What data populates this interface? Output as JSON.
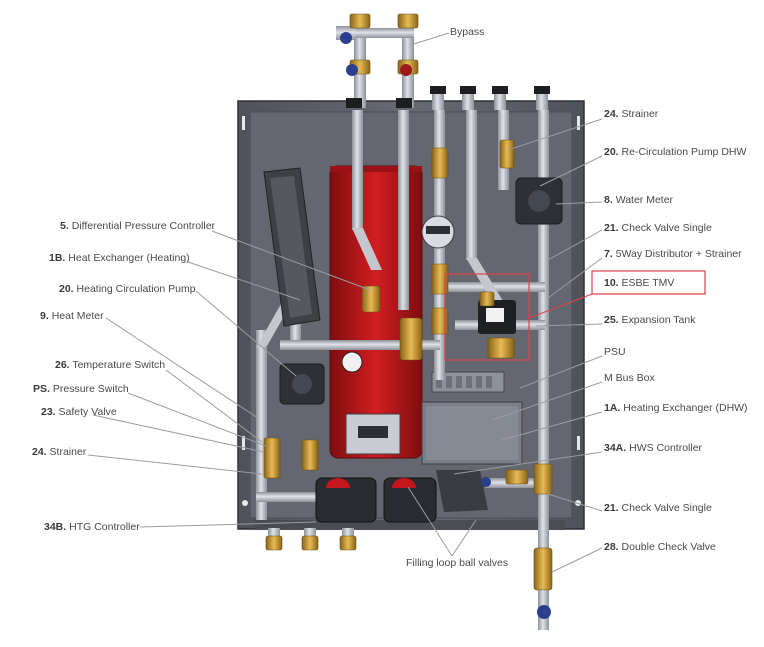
{
  "labels_left": [
    {
      "id": "l5",
      "num": "5.",
      "text": "Differential Pressure Controller"
    },
    {
      "id": "l1b",
      "num": "1B.",
      "text": "Heat Exchanger (Heating)"
    },
    {
      "id": "l20h",
      "num": "20.",
      "text": "Heating Circulation Pump"
    },
    {
      "id": "l9",
      "num": "9.",
      "text": "Heat Meter"
    },
    {
      "id": "l26",
      "num": "26.",
      "text": "Temperature Switch"
    },
    {
      "id": "lps",
      "num": "PS.",
      "text": "Pressure Switch"
    },
    {
      "id": "l23",
      "num": "23.",
      "text": "Safety Valve"
    },
    {
      "id": "l24b",
      "num": "24.",
      "text": "Strainer"
    },
    {
      "id": "l34b",
      "num": "34B.",
      "text": "HTG Controller"
    }
  ],
  "labels_right": [
    {
      "id": "r24",
      "num": "24.",
      "text": "Strainer"
    },
    {
      "id": "r20",
      "num": "20.",
      "text": "Re-Circulation Pump DHW"
    },
    {
      "id": "r8",
      "num": "8.",
      "text": "Water Meter"
    },
    {
      "id": "r21",
      "num": "21.",
      "text": "Check Valve Single"
    },
    {
      "id": "r7",
      "num": "7.",
      "text": "5Way Distributor + Strainer"
    },
    {
      "id": "r10",
      "num": "10.",
      "text": "ESBE TMV"
    },
    {
      "id": "r25",
      "num": "25.",
      "text": "Expansion Tank"
    },
    {
      "id": "rpsu",
      "num": "",
      "text": "PSU"
    },
    {
      "id": "rmbus",
      "num": "",
      "text": "M Bus Box"
    },
    {
      "id": "r1a",
      "num": "1A.",
      "text": "Heating Exchanger (DHW)"
    },
    {
      "id": "r34a",
      "num": "34A.",
      "text": "HWS Controller"
    },
    {
      "id": "r21b",
      "num": "21.",
      "text": "Check Valve Single"
    },
    {
      "id": "r28",
      "num": "28.",
      "text": "Double Check Valve"
    }
  ],
  "label_top": {
    "text": "Bypass"
  },
  "label_bottom": {
    "text": "Filling loop ball valves"
  },
  "colors": {
    "panel": "#5b5e66",
    "panel_edge": "#3b3d44",
    "pipe": "#b7bcc4",
    "tank": "#c4161c",
    "brass": "#c9962e",
    "highlight": "#e0404a",
    "label_text": "#4a4a4a"
  }
}
